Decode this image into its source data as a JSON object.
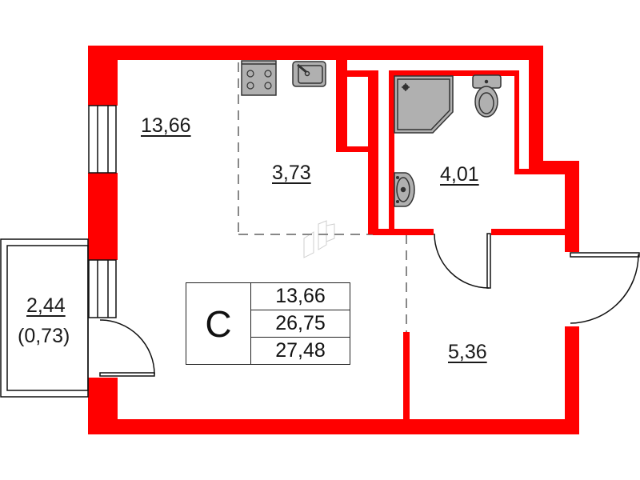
{
  "plan": {
    "colors": {
      "wall": "#ff0000",
      "fixture_fill": "#b0b0b0",
      "fixture_stroke": "#333333",
      "line": "#111111",
      "dashed": "#888888"
    },
    "rooms": [
      {
        "id": "living",
        "area": "13,66"
      },
      {
        "id": "kitchen",
        "area": "3,73"
      },
      {
        "id": "bathroom",
        "area": "4,01"
      },
      {
        "id": "hallway",
        "area": "5,36"
      },
      {
        "id": "balcony",
        "area": "2,44",
        "reduced_area": "(0,73)"
      }
    ],
    "legend": {
      "type": "С",
      "living_area": "13,66",
      "total_area": "26,75",
      "total_with_balcony": "27,48"
    },
    "icons": [
      "stove-icon",
      "kitchen-sink-icon",
      "shower-icon",
      "toilet-icon",
      "washbasin-icon",
      "door-icon",
      "window-icon"
    ]
  }
}
